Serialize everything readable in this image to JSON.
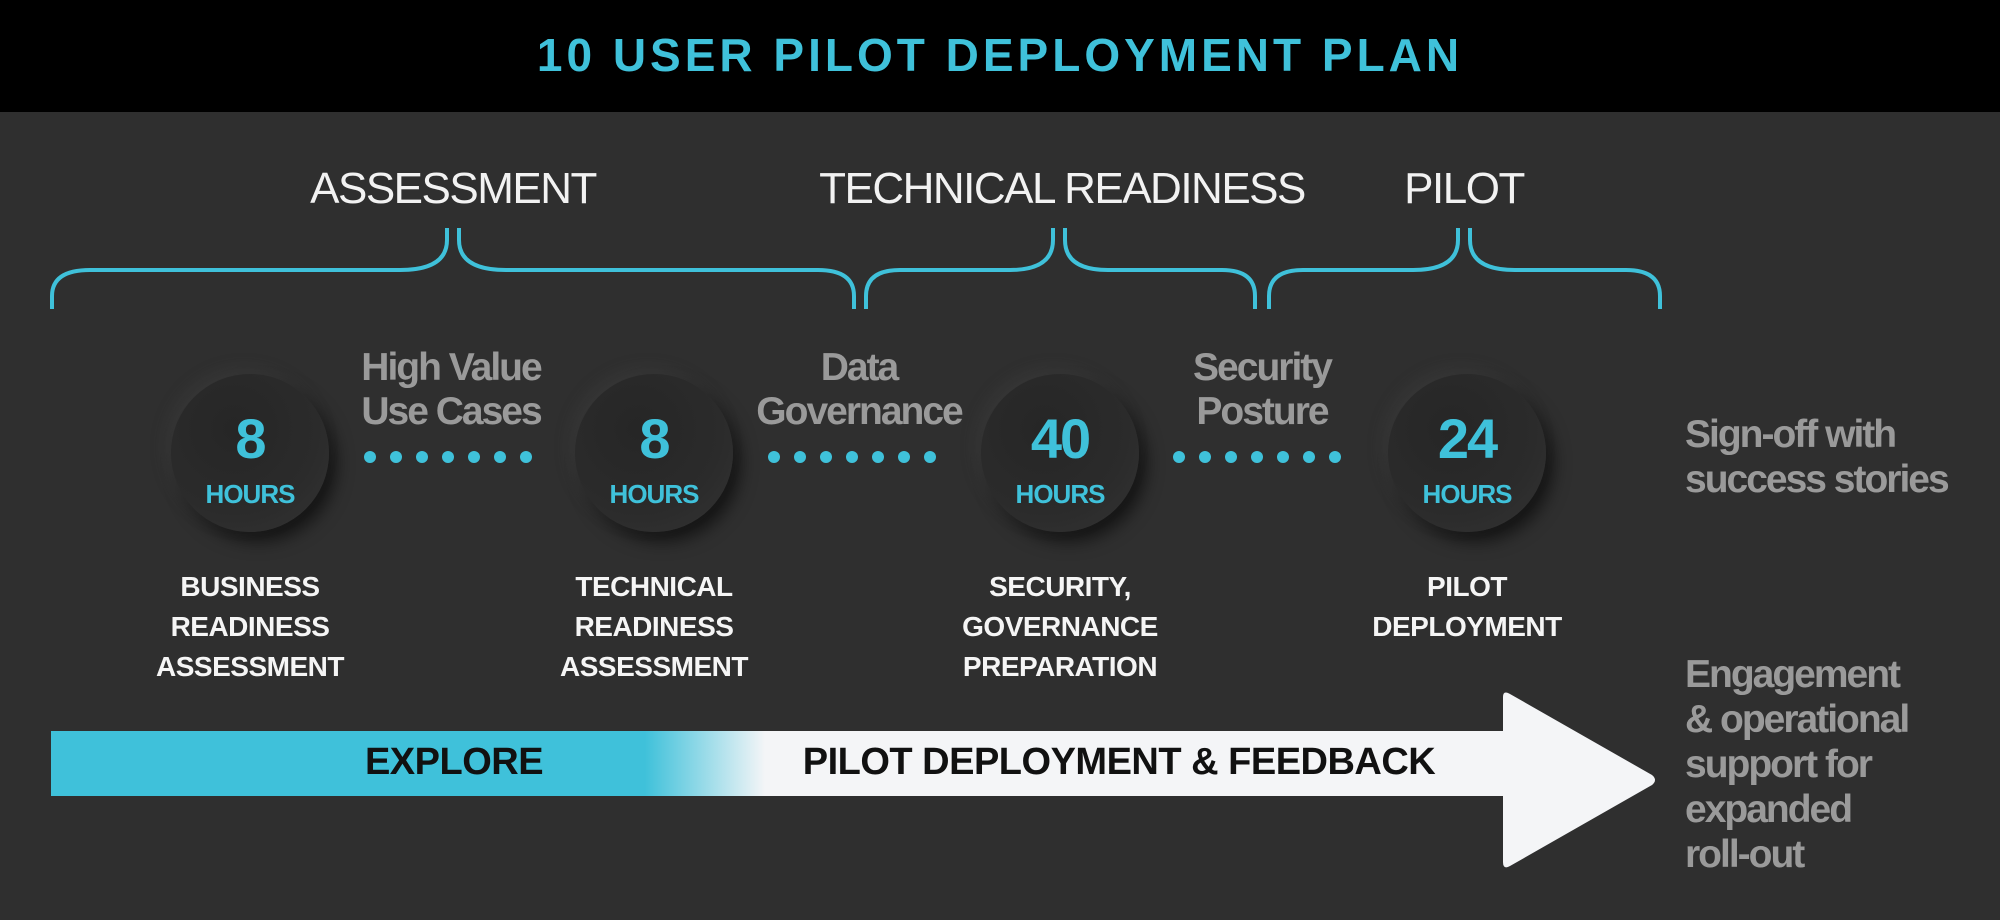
{
  "title": "10 USER PILOT DEPLOYMENT PLAN",
  "phases": [
    "ASSESSMENT",
    "TECHNICAL READINESS",
    "PILOT"
  ],
  "steps": [
    {
      "hours": "8",
      "unit": "HOURS",
      "label": [
        "BUSINESS",
        "READINESS",
        "ASSESSMENT"
      ]
    },
    {
      "hours": "8",
      "unit": "HOURS",
      "label": [
        "TECHNICAL",
        "READINESS",
        "ASSESSMENT"
      ]
    },
    {
      "hours": "40",
      "unit": "HOURS",
      "label": [
        "SECURITY,",
        "GOVERNANCE",
        "PREPARATION"
      ]
    },
    {
      "hours": "24",
      "unit": "HOURS",
      "label": [
        "PILOT",
        "DEPLOYMENT"
      ]
    }
  ],
  "connectors": [
    [
      "High Value",
      "Use Cases"
    ],
    [
      "Data",
      "Governance"
    ],
    [
      "Security",
      "Posture"
    ]
  ],
  "outcome_top": [
    "Sign-off with",
    "success stories"
  ],
  "outcome_bottom": [
    "Engagement",
    "& operational",
    "support for",
    "expanded",
    "roll-out"
  ],
  "arrow": {
    "left_label": "EXPLORE",
    "right_label": "PILOT DEPLOYMENT & FEEDBACK"
  },
  "colors": {
    "accent": "#3fc1da",
    "background": "#2f2f2f",
    "header": "#000000",
    "muted": "#9a9a9a",
    "arrow": "#f4f5f7"
  }
}
